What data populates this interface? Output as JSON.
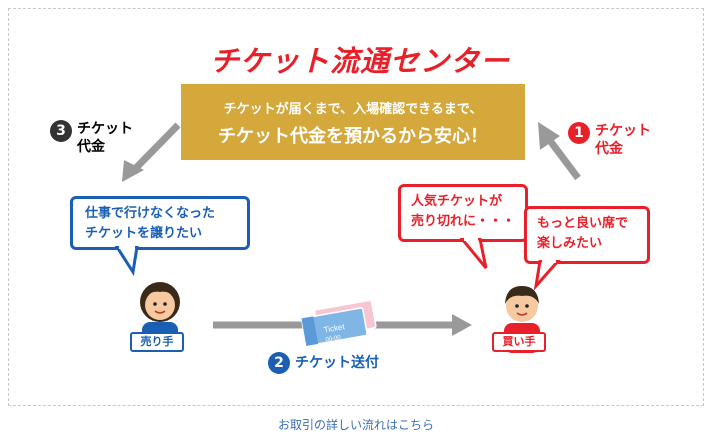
{
  "title": "チケット流通センター",
  "banner": {
    "line1": "チケットが届くまで、入場確認できるまで、",
    "line2": "チケット代金を預かるから安心！"
  },
  "steps": [
    {
      "number": "1",
      "label_line1": "チケット",
      "label_line2": "代金",
      "color": "#e8202a"
    },
    {
      "number": "2",
      "label": "チケット送付",
      "color": "#1a5fb4"
    },
    {
      "number": "3",
      "label_line1": "チケット",
      "label_line2": "代金",
      "color": "#333333"
    }
  ],
  "seller": {
    "bubble_line1": "仕事で行けなくなった",
    "bubble_line2": "チケットを譲りたい",
    "sign": "売り手",
    "color": "#1a5fb4"
  },
  "buyer": {
    "bubble1_line1": "人気チケットが",
    "bubble1_line2": "売り切れに・・・",
    "bubble2_line1": "もっと良い席で",
    "bubble2_line2": "楽しみたい",
    "sign": "買い手",
    "color": "#e8202a"
  },
  "ticket": {
    "text": "Ticket",
    "number": "00-00"
  },
  "footer_link": "お取引の詳しい流れはこちら"
}
